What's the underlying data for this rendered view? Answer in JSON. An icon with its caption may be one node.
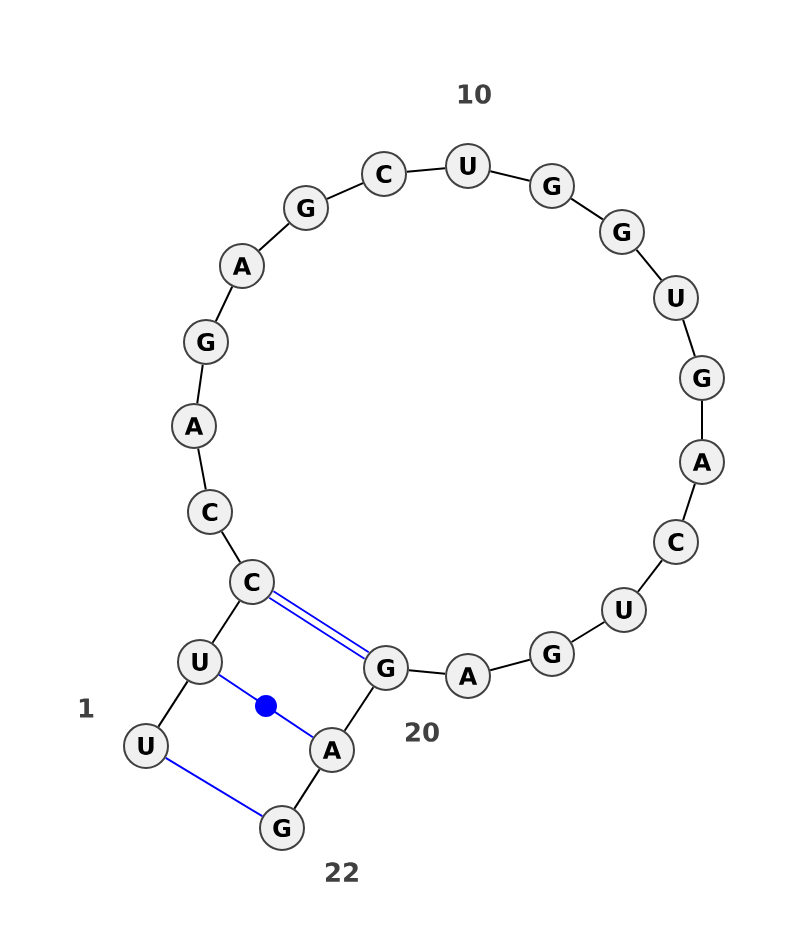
{
  "diagram": {
    "nodes": [
      {
        "text": [
          "U"
        ],
        "beside": [
          "1"
        ]
      },
      {
        "text": [
          "U"
        ]
      },
      {
        "text": [
          "C"
        ]
      },
      {
        "text": [
          "C"
        ]
      },
      {
        "text": [
          "A"
        ]
      },
      {
        "text": [
          "G"
        ]
      },
      {
        "text": [
          "A"
        ]
      },
      {
        "text": [
          "G"
        ]
      },
      {
        "text": [
          "C"
        ]
      },
      {
        "text": [
          "U"
        ],
        "beside": [
          "10"
        ]
      },
      {
        "text": [
          "G"
        ]
      },
      {
        "text": [
          "G"
        ]
      },
      {
        "text": [
          "U"
        ]
      },
      {
        "text": [
          "G"
        ]
      },
      {
        "text": [
          "A"
        ]
      },
      {
        "text": [
          "C"
        ]
      },
      {
        "text": [
          "U"
        ]
      },
      {
        "text": [
          "G"
        ]
      },
      {
        "text": [
          "A"
        ]
      },
      {
        "text": [
          "G"
        ],
        "beside": [
          "20"
        ]
      },
      {
        "text": [
          "A"
        ]
      },
      {
        "text": [
          "G"
        ],
        "beside": [
          "22"
        ]
      }
    ],
    "edges": [
      {
        "from": 0,
        "to": 1,
        "arrow": "none"
      },
      {
        "from": 1,
        "to": 2,
        "arrow": "none"
      },
      {
        "from": 2,
        "to": 3,
        "arrow": "none"
      },
      {
        "from": 3,
        "to": 4,
        "arrow": "none"
      },
      {
        "from": 4,
        "to": 5,
        "arrow": "none"
      },
      {
        "from": 5,
        "to": 6,
        "arrow": "none"
      },
      {
        "from": 6,
        "to": 7,
        "arrow": "none"
      },
      {
        "from": 7,
        "to": 8,
        "arrow": "none"
      },
      {
        "from": 8,
        "to": 9,
        "arrow": "none"
      },
      {
        "from": 9,
        "to": 10,
        "arrow": "none"
      },
      {
        "from": 10,
        "to": 11,
        "arrow": "none"
      },
      {
        "from": 11,
        "to": 12,
        "arrow": "none"
      },
      {
        "from": 12,
        "to": 13,
        "arrow": "none"
      },
      {
        "from": 13,
        "to": 14,
        "arrow": "none"
      },
      {
        "from": 14,
        "to": 15,
        "arrow": "none"
      },
      {
        "from": 15,
        "to": 16,
        "arrow": "none"
      },
      {
        "from": 16,
        "to": 17,
        "arrow": "none"
      },
      {
        "from": 17,
        "to": 18,
        "arrow": "none"
      },
      {
        "from": 18,
        "to": 19,
        "arrow": "none"
      },
      {
        "from": 19,
        "to": 20,
        "arrow": "none"
      },
      {
        "from": 20,
        "to": 21,
        "arrow": "none"
      },
      {
        "from": 2,
        "to": 19,
        "arrow": "none",
        "style": "thick",
        "color": "#0000ff"
      },
      {
        "from": 1,
        "to": 20,
        "arrow": "none",
        "color": "#0000ff"
      },
      {
        "from": 0,
        "to": 21,
        "arrow": "none",
        "color": "#0000ff"
      }
    ]
  }
}
